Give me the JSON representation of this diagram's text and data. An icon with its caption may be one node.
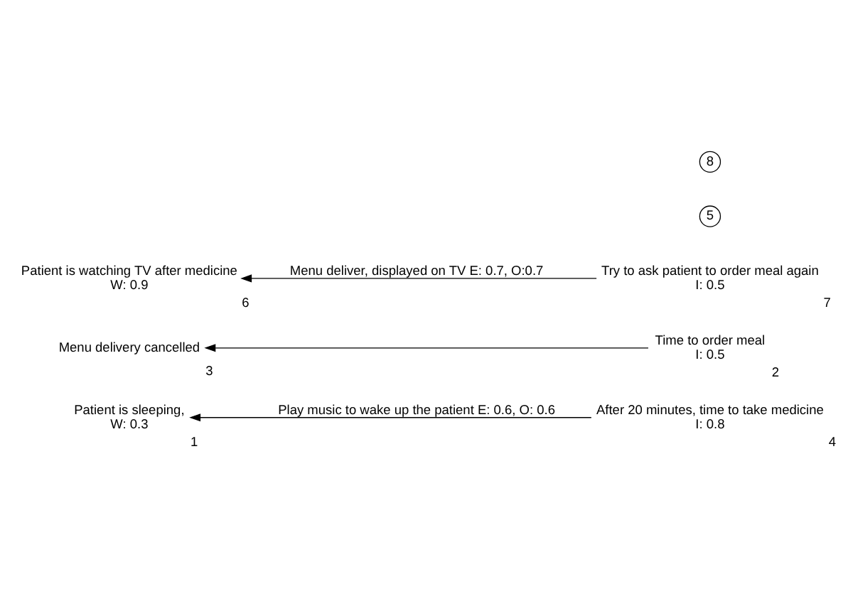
{
  "diagram": {
    "nodes": [
      {
        "text": [
          "Patient is sleeping,",
          "W: 0.3"
        ],
        "beside": [
          "1"
        ]
      },
      {
        "text": [
          "Menu delivery cancelled"
        ],
        "beside": [
          "3"
        ]
      },
      {
        "text": [
          "Time to order meal",
          "I: 0.5"
        ],
        "beside": [
          "2"
        ]
      },
      {
        "text": [
          "After 20 minutes, time to take medicine",
          "I: 0.8"
        ],
        "beside": [
          "4"
        ]
      },
      {
        "text": [
          "Patient is watching TV after medicine",
          "W: 0.9"
        ],
        "beside": [
          "6"
        ]
      },
      {
        "text": [
          "Try to ask patient to order meal again",
          "I: 0.5"
        ],
        "beside": [
          "7"
        ]
      }
    ],
    "edges": [
      {
        "from": 2,
        "to": 1,
        "arrow": "to"
      },
      {
        "from": 3,
        "to": 0,
        "arrow": "to",
        "label": "Play music to wake up the patient E: 0.6, O: 0.6"
      },
      {
        "from": 5,
        "to": 4,
        "arrow": "to",
        "label": "Menu deliver, displayed on TV E: 0.7, O:0.7"
      }
    ],
    "labels": [
      "5",
      "8"
    ]
  }
}
